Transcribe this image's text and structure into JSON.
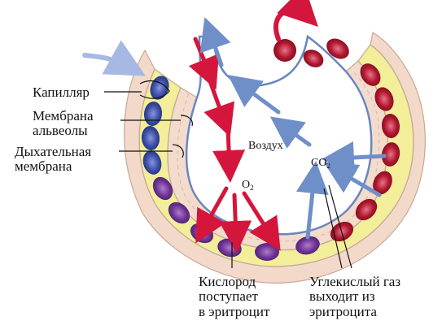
{
  "labels": {
    "capillary": "Капилляр",
    "membrane_line1": "Мембрана",
    "membrane_line2": "альвеолы",
    "respiratory_line1": "Дыхательная",
    "respiratory_line2": "мембрана",
    "air": "Воздух",
    "o2_main": "O",
    "o2_sub": "2",
    "co2_main": "CO",
    "co2_sub": "2",
    "oxygen_line1": "Кислород",
    "oxygen_line2": "поступает",
    "oxygen_line3": "в эритроцит",
    "co2_line1": "Углекислый газ",
    "co2_line2": "выходит из",
    "co2_line3": "эритроцита"
  },
  "colors": {
    "oxygen_arrow": "#d4163c",
    "co2_arrow": "#6f8fc9",
    "plasma": "#f2ee9a",
    "membrane": "#f3d9c9",
    "rbc_deoxy": "#3d4fa8",
    "rbc_mixed": "#7a3fa0",
    "rbc_oxy": "#b0182f"
  }
}
